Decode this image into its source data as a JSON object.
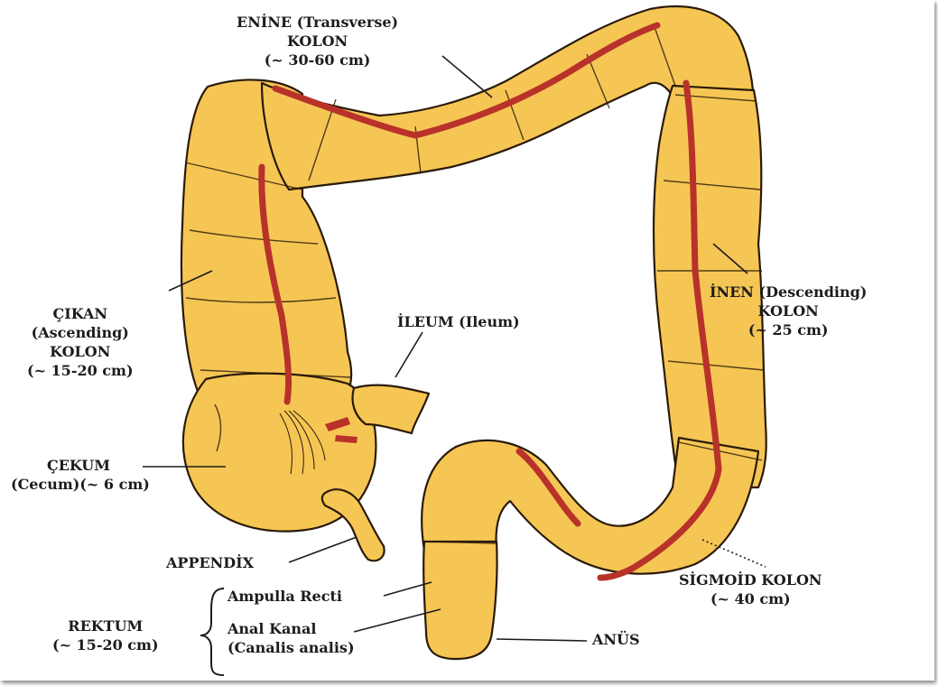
{
  "colors": {
    "colon_fill": "#F6C654",
    "colon_outline": "#2a1a0a",
    "artery": "#B8322A",
    "label": "#1c1c1c"
  },
  "labels": {
    "transverse": [
      "ENİNE (Transverse)",
      "KOLON",
      "(~ 30-60 cm)"
    ],
    "ascending": [
      "ÇIKAN",
      "(Ascending)",
      "KOLON",
      "(~ 15-20 cm)"
    ],
    "ileum": "İLEUM (Ileum)",
    "descending": [
      "İNEN (Descending)",
      "KOLON",
      "(~ 25 cm)"
    ],
    "cecum": [
      "ÇEKUM",
      "(Cecum)(~ 6 cm)"
    ],
    "appendix": "APPENDİX",
    "sigmoid": [
      "SİGMOİD KOLON",
      "(~ 40 cm)"
    ],
    "ampulla": "Ampulla Recti",
    "anal_canal": [
      "Anal Kanal",
      "(Canalis analis)"
    ],
    "rectum": [
      "REKTUM",
      "(~ 15-20 cm)"
    ],
    "anus": "ANÜS"
  }
}
